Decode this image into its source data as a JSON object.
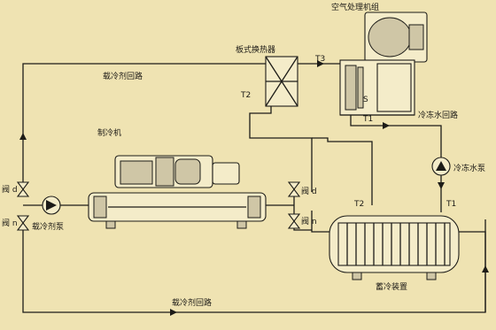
{
  "labels": {
    "air_handling_unit": "空气处理机组",
    "plate_heat_exchanger": "板式换热器",
    "t3": "T3",
    "t2_top": "T2",
    "s": "S",
    "t1_top": "T1",
    "coolant_loop_top": "载冷剂回路",
    "chilled_water_loop": "冷冻水回路",
    "chiller": "制冷机",
    "chilled_water_pump": "冷冻水泵",
    "valve_d_left": "阀 d",
    "valve_n_left": "阀 n",
    "coolant_pump": "载冷剂泵",
    "valve_d_right": "阀 d",
    "valve_n_right": "阀 n",
    "t2_bottom": "T2",
    "t1_bottom": "T1",
    "storage_device": "蓄冷装置",
    "coolant_loop_bottom": "载冷剂回路"
  },
  "colors": {
    "background": "#efe3b2",
    "line": "#1d1c18"
  }
}
